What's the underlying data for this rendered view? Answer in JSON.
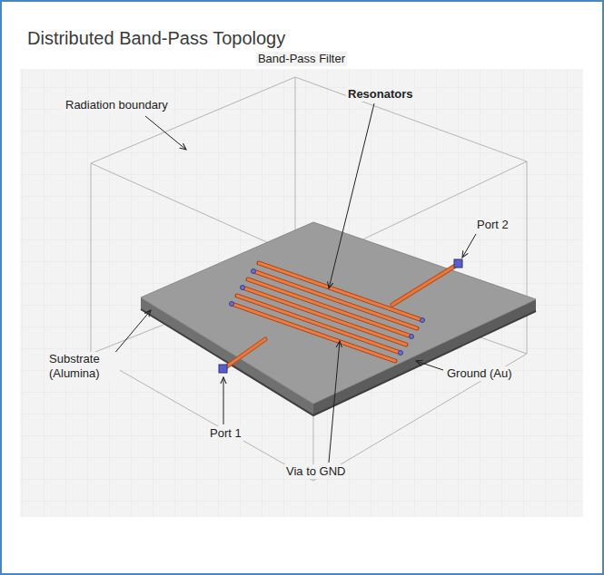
{
  "diagram": {
    "title": "Distributed Band-Pass Topology",
    "labels": [
      "Band-Pass Filter",
      "Radiation boundary",
      "Resonators",
      "Port 2",
      "Substrate (Alumina)",
      "Port 1",
      "Ground (Au)",
      "Via to GND"
    ]
  }
}
